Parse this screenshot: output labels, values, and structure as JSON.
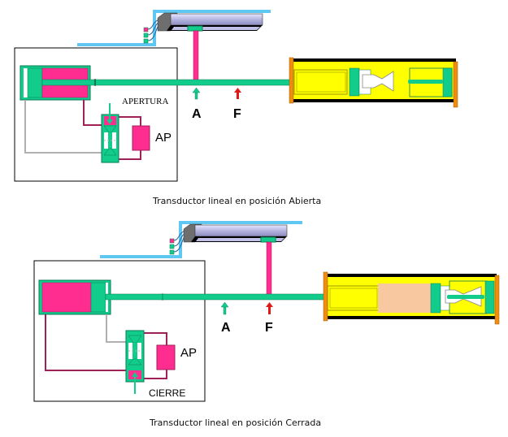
{
  "colors": {
    "green": "#12cc8c",
    "green_dark": "#0a7a55",
    "magenta": "#ff2d8f",
    "magenta_dark": "#a0205a",
    "cyan": "#5ec8f2",
    "yellow": "#ffff00",
    "orange": "#f08c10",
    "lavender": "#c8c8f0",
    "gray": "#808080",
    "red": "#e01818",
    "peach": "#f8c8a0",
    "black": "#000000"
  },
  "diagrams": [
    {
      "id": "open",
      "state_label": "APERTURA",
      "accumulator_label": "AP",
      "marker_a": "A",
      "marker_f": "F",
      "caption": "Transductor lineal en posición Abierta"
    },
    {
      "id": "closed",
      "state_label": "CIERRE",
      "accumulator_label": "AP",
      "marker_a": "A",
      "marker_f": "F",
      "caption": "Transductor lineal en posición Cerrada"
    }
  ]
}
